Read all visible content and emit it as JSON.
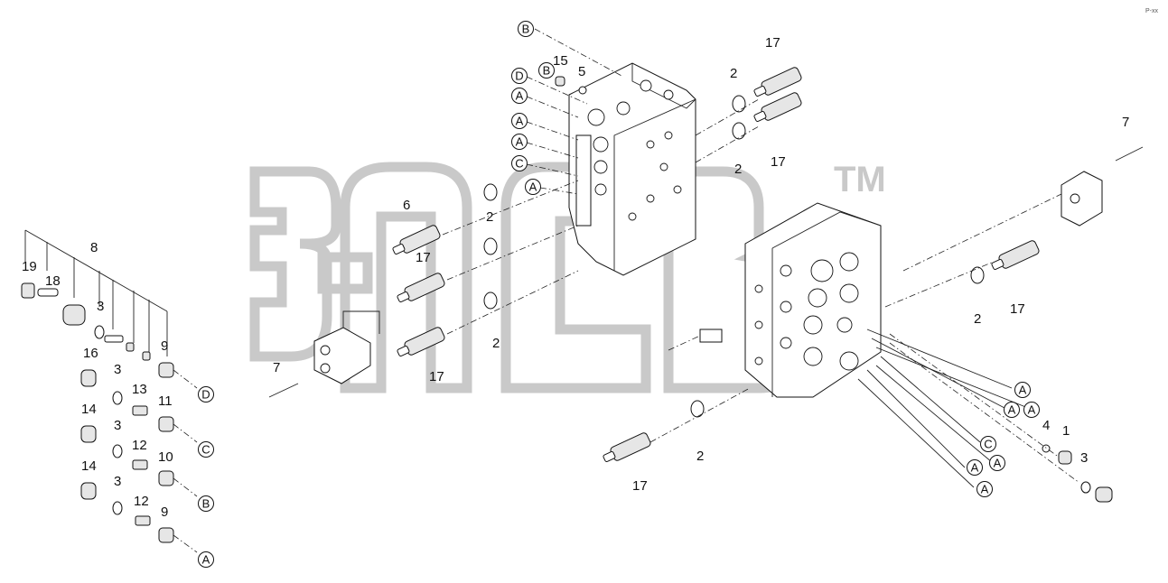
{
  "diagram": {
    "part_labels": [
      "1",
      "2",
      "3",
      "4",
      "5",
      "6",
      "7",
      "8",
      "9",
      "10",
      "11",
      "12",
      "13",
      "14",
      "15",
      "16",
      "17",
      "18",
      "19"
    ],
    "reference_letters": [
      "A",
      "B",
      "C",
      "D"
    ],
    "watermark": "TM",
    "corner_mark": "P-xx"
  }
}
